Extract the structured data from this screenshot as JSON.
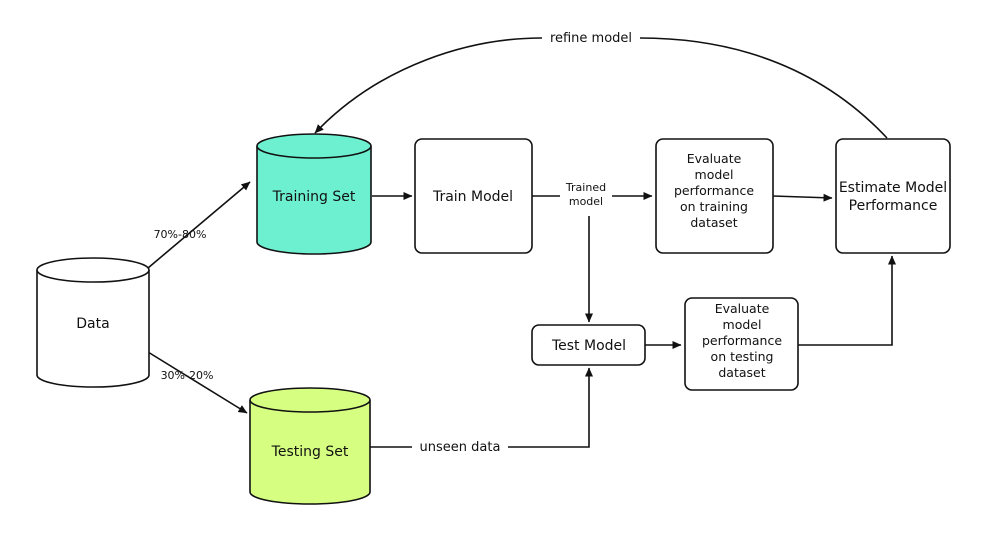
{
  "colors": {
    "training_set": "#6df0cf",
    "testing_set": "#d6ff82",
    "stroke": "#111111"
  },
  "nodes": {
    "data": "Data",
    "training_set": "Training Set",
    "testing_set": "Testing Set",
    "train_model": "Train Model",
    "test_model": "Test Model",
    "evaluate_training": [
      "Evaluate",
      "model",
      "performance",
      "on training",
      "dataset"
    ],
    "evaluate_testing": [
      "Evaluate",
      "model",
      "performance",
      "on testing",
      "dataset"
    ],
    "estimate": [
      "Estimate Model",
      "Performance"
    ]
  },
  "edges": {
    "split_train": "70%-80%",
    "split_test": "30%-20%",
    "trained_model": [
      "Trained",
      "model"
    ],
    "unseen_data": "unseen data",
    "refine_model": "refine model"
  }
}
